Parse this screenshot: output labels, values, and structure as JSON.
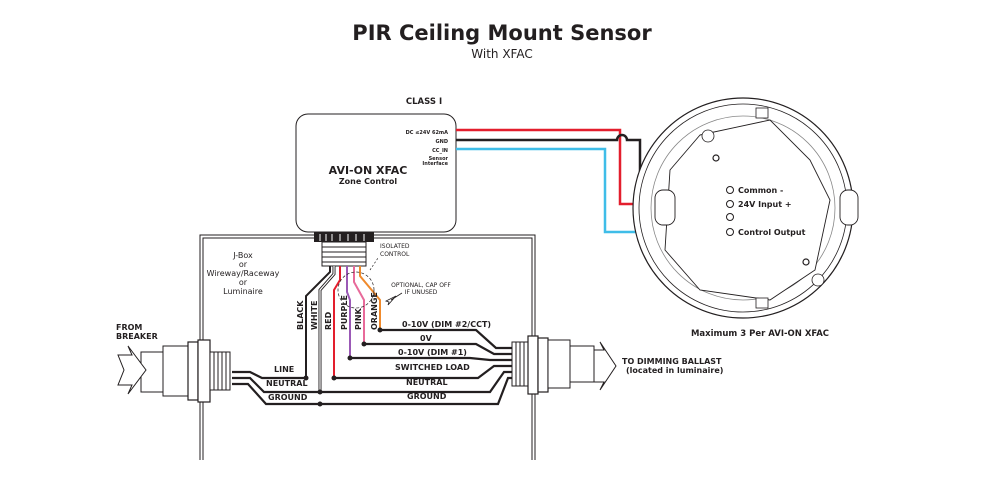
{
  "title": "PIR Ceiling Mount Sensor",
  "subtitle": "With XFAC",
  "colors": {
    "red": "#e31e2d",
    "black": "#231f20",
    "blue": "#3fbde8",
    "purple": "#9b59b6",
    "pink": "#e86a9a",
    "orange": "#f08a2c",
    "white_wire": "#ffffff"
  },
  "controller": {
    "class_label": "CLASS I",
    "name": "AVI-ON XFAC",
    "subname": "Zone Control",
    "terminals": [
      "DC ≤24V 62mA",
      "GND",
      "CC_IN",
      "Sensor",
      "Interface"
    ]
  },
  "jbox": {
    "label_lines": [
      "J-Box",
      "or",
      "Wireway/Raceway",
      "or",
      "Luminaire"
    ]
  },
  "annotations": {
    "isolated_control": [
      "ISOLATED",
      "CONTROL"
    ],
    "optional": [
      "OPTIONAL, CAP OFF",
      "IF UNUSED"
    ],
    "from_breaker": [
      "FROM",
      "BREAKER"
    ],
    "to_ballast": [
      "TO DIMMING BALLAST",
      "(located in luminaire)"
    ]
  },
  "lead_wires": [
    {
      "label": "BLACK",
      "color": "black"
    },
    {
      "label": "WHITE",
      "color": "white_wire"
    },
    {
      "label": "RED",
      "color": "red"
    },
    {
      "label": "PURPLE",
      "color": "purple"
    },
    {
      "label": "PINK",
      "color": "pink"
    },
    {
      "label": "ORANGE",
      "color": "orange"
    }
  ],
  "circuit_labels": {
    "dim2": "0-10V (DIM #2/CCT)",
    "zero_v": "0V",
    "dim1": "0-10V (DIM #1)",
    "switched_load": "SWITCHED LOAD",
    "neutral_right": "NEUTRAL",
    "ground_right": "GROUND",
    "line": "LINE",
    "neutral_left": "NEUTRAL",
    "ground_left": "GROUND"
  },
  "sensor": {
    "terminals": [
      "Common -",
      "24V Input +",
      "Control Output"
    ],
    "caption": "Maximum 3 Per AVI-ON XFAC"
  }
}
